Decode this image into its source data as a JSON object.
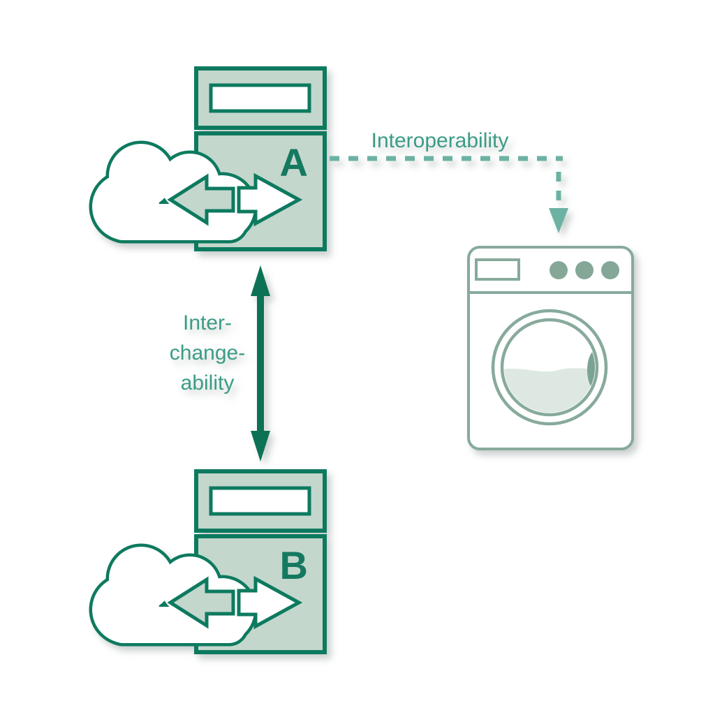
{
  "diagram_title": "",
  "devices": {
    "a": {
      "label": "A"
    },
    "b": {
      "label": "B"
    }
  },
  "connectors": {
    "interoperability": {
      "label": "Interoperability",
      "style": "dashed-arrow",
      "target": "washing-machine"
    },
    "interchangeability": {
      "lines": [
        "Inter-",
        "change-",
        "ability"
      ],
      "style": "solid-double-arrow"
    }
  },
  "icons": {
    "device_cloud": "cloud-sync-icon",
    "left_arrow": "arrow-left-icon",
    "right_arrow": "arrow-right-icon",
    "washing_machine": "washing-machine-icon"
  },
  "colors": {
    "background": "#ffffff",
    "dark_green": "#0f7a5e",
    "teal_text": "#3a9c86",
    "dash_teal": "#6cb2a2",
    "sage_fill": "#c3d7cd",
    "washer_outline": "#87aa9b",
    "washer_water": "#dde8e2",
    "washer_drum_shade": "#7ba294"
  }
}
